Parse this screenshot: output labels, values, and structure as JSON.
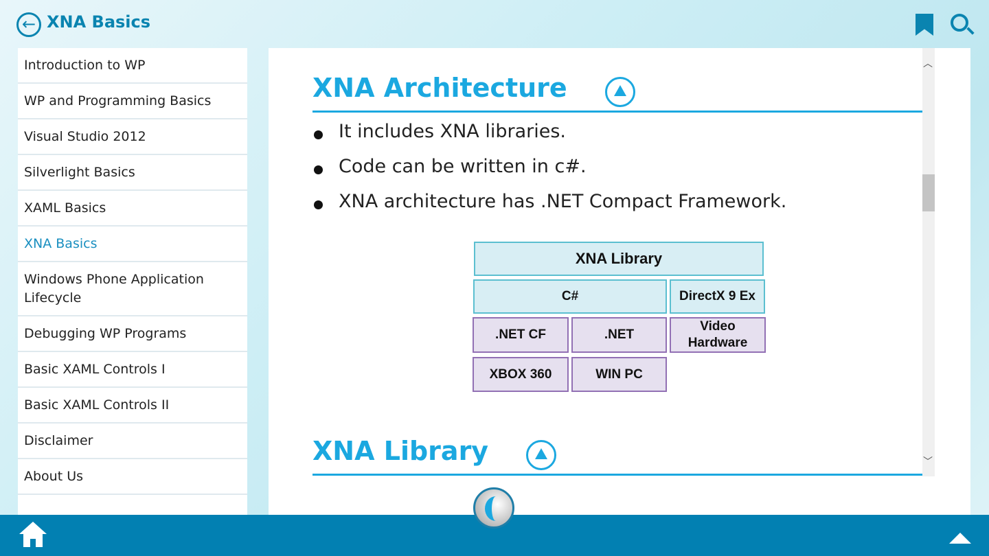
{
  "header": {
    "title": "XNA Basics"
  },
  "sidebar": {
    "items": [
      {
        "label": "Introduction to WP"
      },
      {
        "label": "WP and Programming Basics"
      },
      {
        "label": "Visual Studio 2012"
      },
      {
        "label": "Silverlight Basics"
      },
      {
        "label": "XAML Basics"
      },
      {
        "label": "XNA Basics"
      },
      {
        "label": "Windows Phone Application Lifecycle"
      },
      {
        "label": "Debugging WP Programs"
      },
      {
        "label": "Basic XAML Controls I"
      },
      {
        "label": "Basic XAML Controls II"
      },
      {
        "label": "Disclaimer"
      },
      {
        "label": "About Us"
      }
    ],
    "active_index": 5
  },
  "content": {
    "section1": {
      "title": "XNA Architecture",
      "bullets": [
        "It includes XNA libraries.",
        "Code can be written in c#.",
        "XNA architecture has .NET Compact Framework."
      ]
    },
    "diagram": {
      "xna_library": "XNA Library",
      "csharp": "C#",
      "directx": "DirectX 9 Ex",
      "netcf": ".NET CF",
      "net": ".NET",
      "video": "Video Hardware",
      "xbox": "XBOX 360",
      "winpc": "WIN PC"
    },
    "section2": {
      "title": "XNA Library"
    }
  }
}
